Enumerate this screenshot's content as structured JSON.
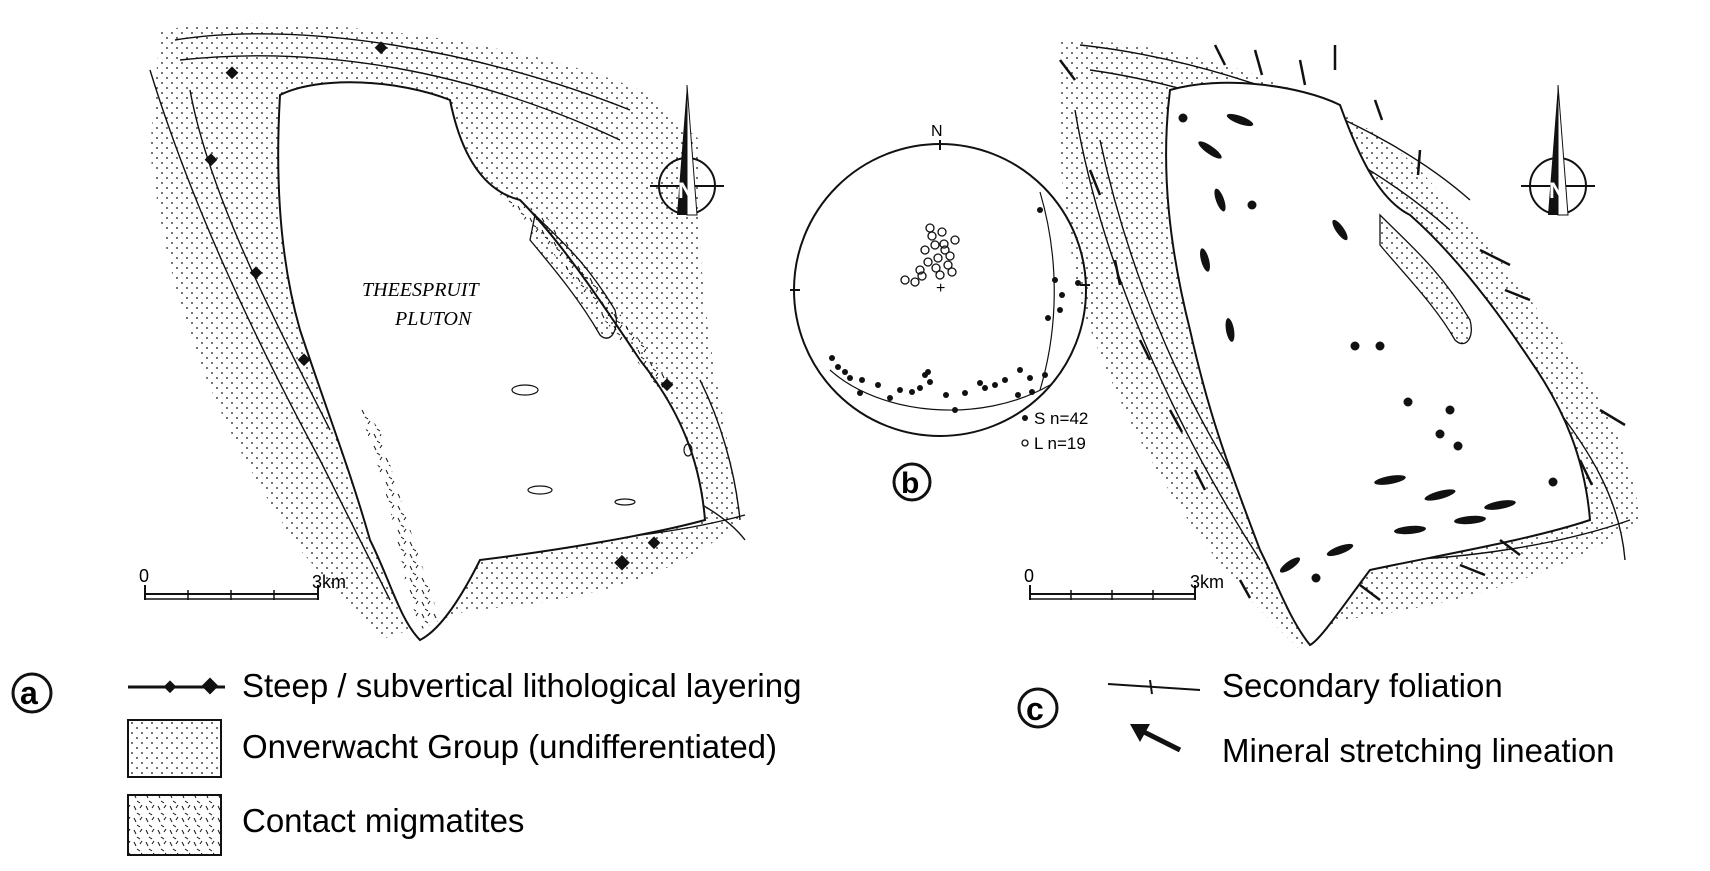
{
  "pluton_name_line1": "THEESPRUIT",
  "pluton_name_line2": "PLUTON",
  "north_label": "N",
  "north_arrow_label": "N",
  "scale_zero": "0",
  "scale_end": "3km",
  "panel_a_letter": "a",
  "panel_b_letter": "b",
  "panel_c_letter": "c",
  "stereonet": {
    "north_tick": "N",
    "s_label": "S n=42",
    "l_label": "L n=19"
  },
  "legend": {
    "layering": "Steep / subvertical lithological layering",
    "onverwacht": "Onverwacht Group (undifferentiated)",
    "migmatites": "Contact migmatites",
    "foliation": "Secondary foliation",
    "lineation": "Mineral stretching lineation"
  },
  "colors": {
    "ink": "#111111",
    "paper": "#ffffff"
  },
  "icons": [
    "north-arrow-icon",
    "lineation-arrow-icon",
    "layering-symbol-icon"
  ]
}
